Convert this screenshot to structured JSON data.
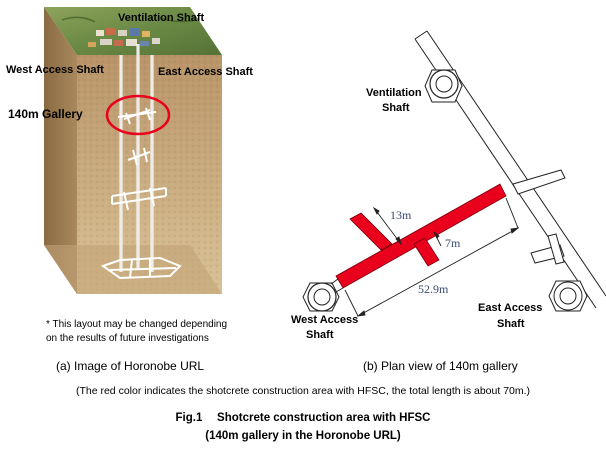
{
  "left_panel": {
    "labels": {
      "ventilation_shaft": "Ventilation Shaft",
      "west_access_shaft": "West Access Shaft",
      "east_access_shaft": "East Access Shaft",
      "gallery_140m": "140m Gallery"
    },
    "note_line1": "* This layout may be changed depending",
    "note_line2": "on the results of future investigations",
    "caption": "(a) Image of Horonobe URL"
  },
  "right_panel": {
    "labels": {
      "ventilation_shaft_line1": "Ventilation",
      "ventilation_shaft_line2": "Shaft",
      "east_access_shaft_line1": "East Access",
      "east_access_shaft_line2": "Shaft",
      "west_access_shaft_line1": "West Access",
      "west_access_shaft_line2": "Shaft"
    },
    "dimensions": {
      "d13": "13m",
      "d7": "7m",
      "d52": "52.9m"
    },
    "caption": "(b) Plan view of 140m gallery"
  },
  "note_red": "(The red color indicates the shotcrete construction area with HFSC, the total length is about 70m.)",
  "figure_title": "Fig.1　 Shotcrete construction area with HFSC",
  "figure_subtitle": "(140m gallery in the Horonobe URL)",
  "colors": {
    "hfsc_red": "#e8001c",
    "dimension_text": "#3a4a73",
    "earth": "#c9ad7e",
    "ground_green": "#6f8a4a"
  }
}
